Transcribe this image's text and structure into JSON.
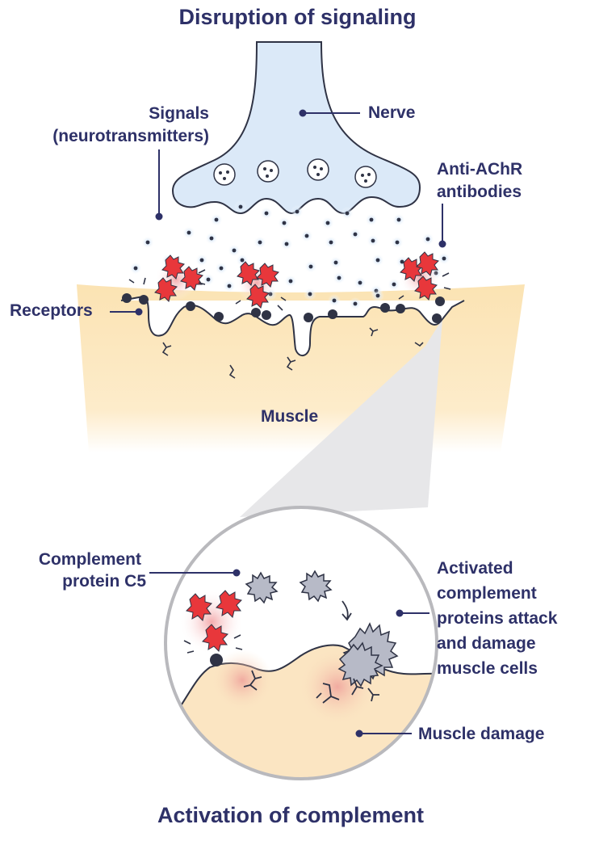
{
  "titles": {
    "top": "Disruption of signaling",
    "bottom": "Activation of complement"
  },
  "labels": {
    "nerve": "Nerve",
    "signals_line1": "Signals",
    "signals_line2": "(neurotransmitters)",
    "antibodies_line1": "Anti-AChR",
    "antibodies_line2": "antibodies",
    "receptors": "Receptors",
    "muscle": "Muscle",
    "c5_line1": "Complement",
    "c5_line2": "protein C5",
    "activated_line1": "Activated",
    "activated_line2": "complement",
    "activated_line3": "proteins attack",
    "activated_line4": "and damage",
    "activated_line5": "muscle cells",
    "muscle_damage": "Muscle damage"
  },
  "colors": {
    "text": "#2e3168",
    "nerve_fill": "#dbe9f8",
    "muscle_fill": "#fbe5b8",
    "antibody": "#e8373b",
    "complement": "#b7bac7",
    "dot": "#2f3345"
  }
}
